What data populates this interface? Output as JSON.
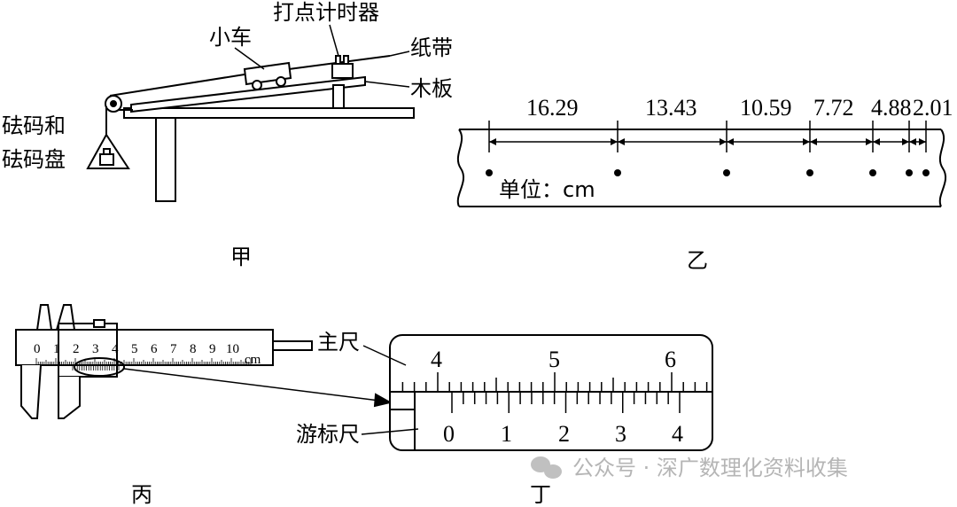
{
  "panel_jia": {
    "caption": "甲",
    "labels": {
      "cart": "小车",
      "timer": "打点计时器",
      "tape": "纸带",
      "board": "木板",
      "weights_line1": "砝码和",
      "weights_line2": "砝码盘"
    }
  },
  "panel_yi": {
    "caption": "乙",
    "segments": [
      "16.29",
      "13.43",
      "10.59",
      "7.72",
      "4.88",
      "2.01"
    ],
    "unit_label": "单位：cm"
  },
  "panel_bing": {
    "caption": "丙",
    "scale_numbers": [
      "0",
      "1",
      "2",
      "3",
      "4",
      "5",
      "6",
      "7",
      "8",
      "9",
      "10"
    ],
    "unit": "cm"
  },
  "panel_ding": {
    "caption": "丁",
    "main_label": "主尺",
    "vernier_label": "游标尺",
    "main_numbers": [
      "4",
      "5",
      "6"
    ],
    "vernier_numbers": [
      "0",
      "1",
      "2",
      "3",
      "4"
    ]
  },
  "watermark": "公众号 · 深广数理化资料收集"
}
